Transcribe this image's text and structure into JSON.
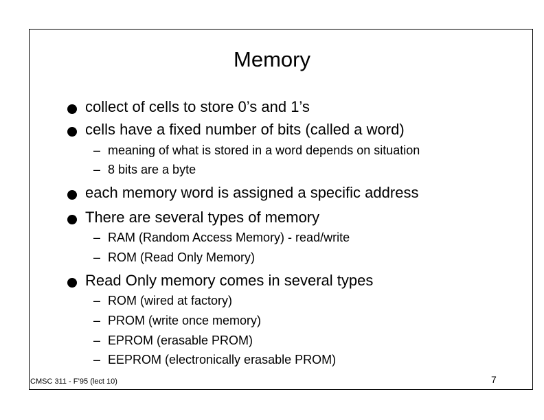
{
  "slide": {
    "title": "Memory",
    "bullets": [
      "collect of cells to store 0’s and 1’s",
      "cells have a fixed number of bits (called a word)",
      "each memory word is assigned a specific address",
      "There are several types of memory",
      "Read Only memory comes in several types"
    ],
    "sub_bullets": {
      "word": [
        "meaning of what is stored in a word depends on situation",
        "8 bits are a byte"
      ],
      "types": [
        "RAM (Random Access Memory) - read/write",
        "ROM (Read Only Memory)"
      ],
      "rom_types": [
        "ROM (wired at factory)",
        "PROM (write once memory)",
        "EPROM (erasable PROM)",
        "EEPROM (electronically erasable PROM)"
      ]
    },
    "dash": "–",
    "footer": "CMSC 311 - F’95 (lect 10)",
    "page_number": "7"
  }
}
